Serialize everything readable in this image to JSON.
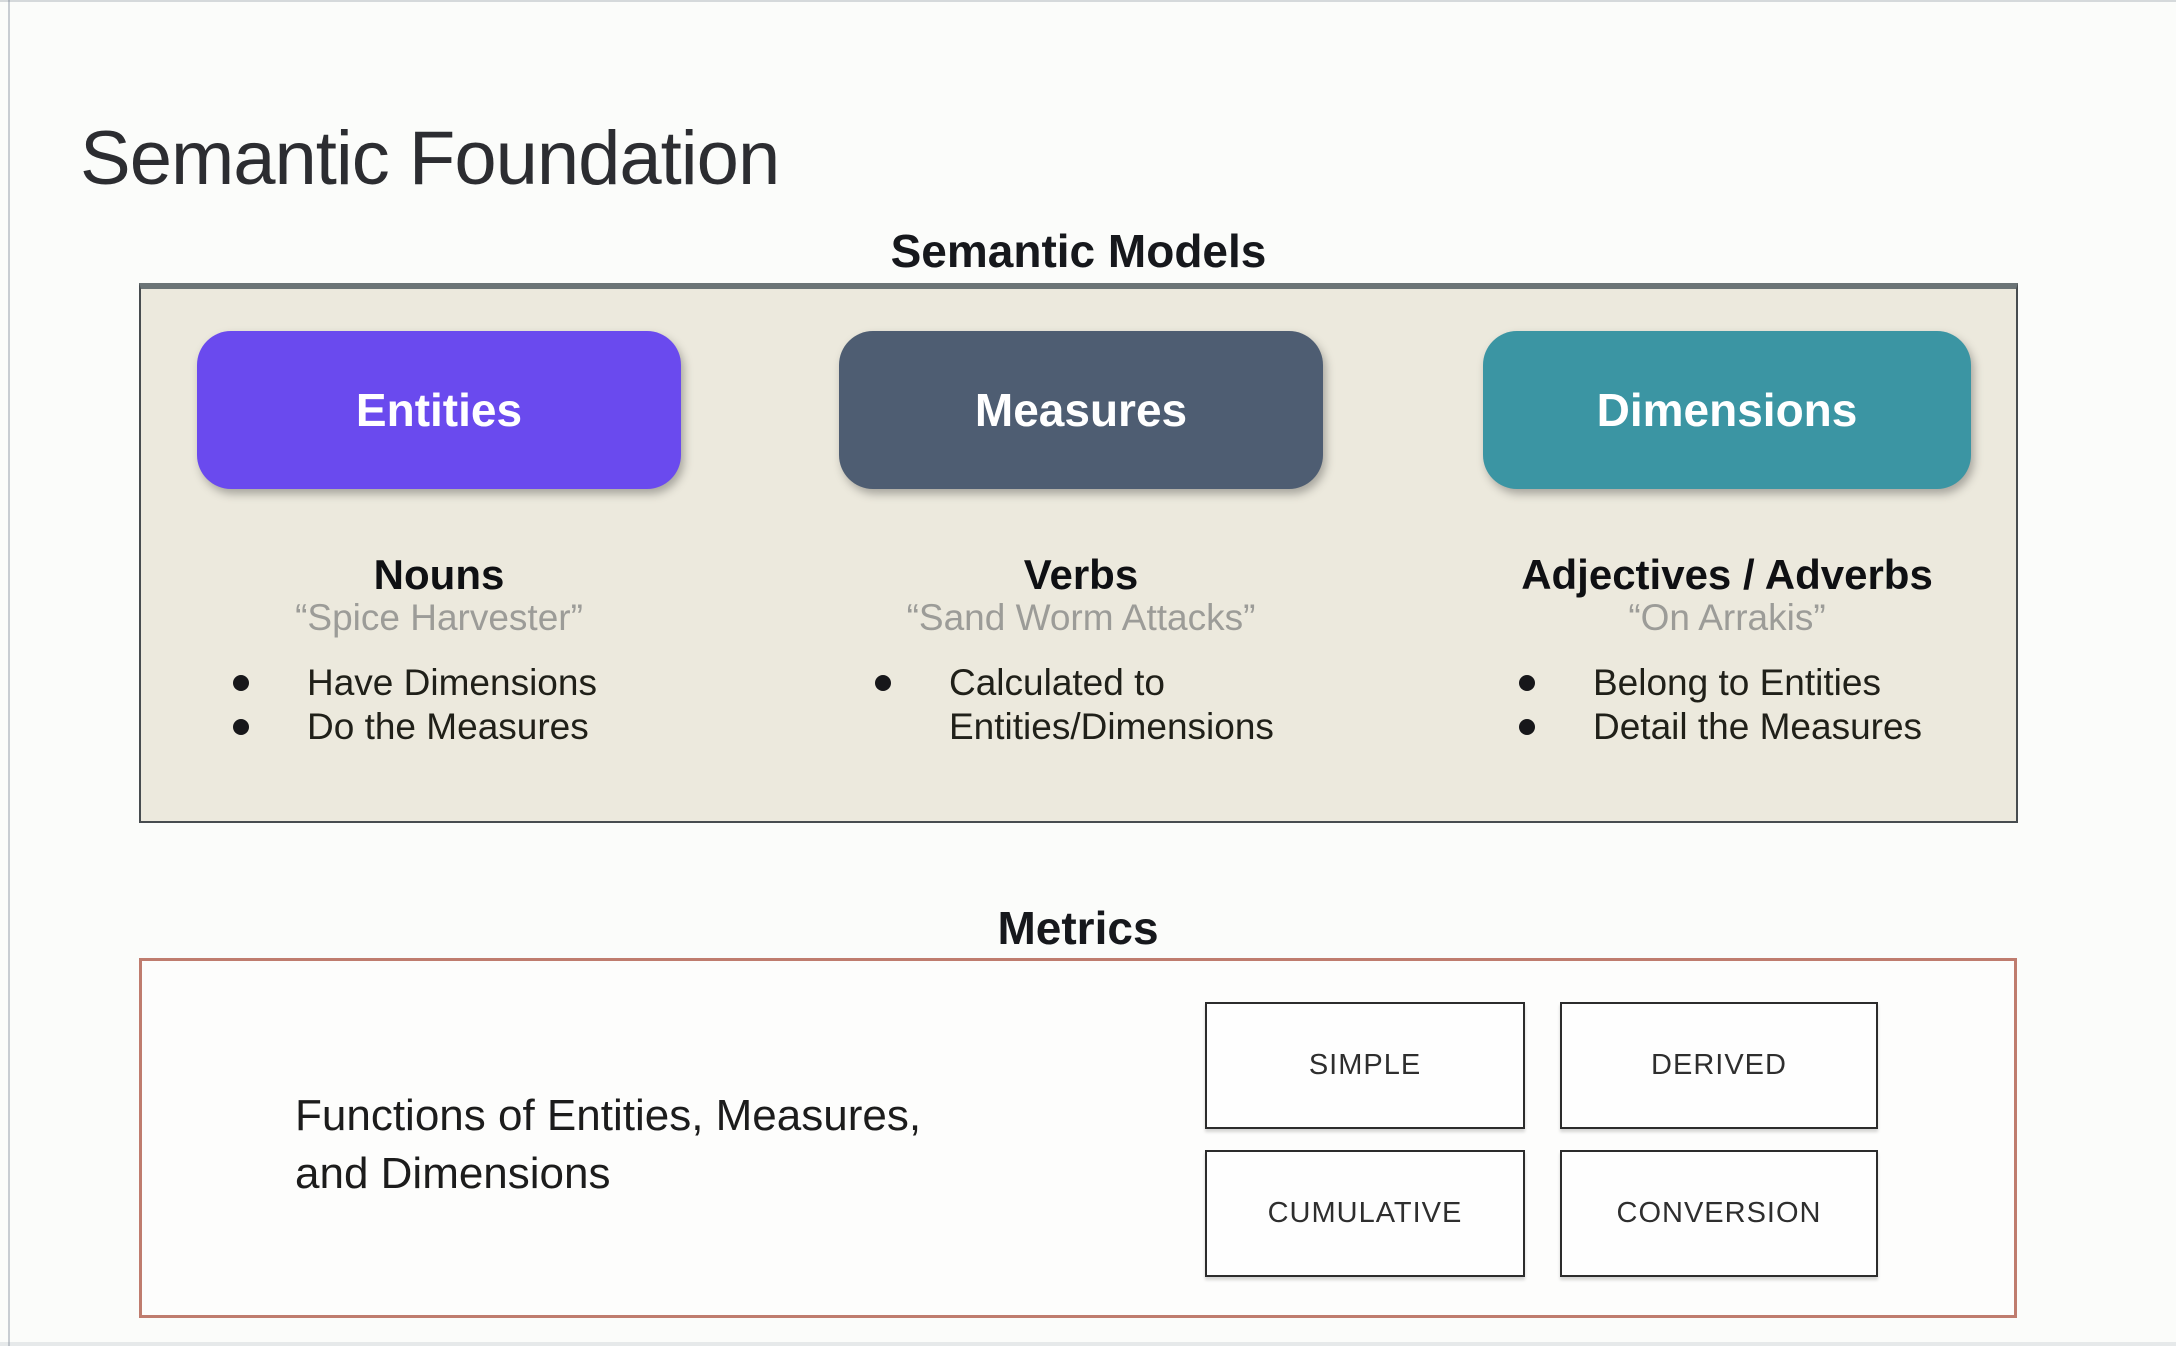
{
  "title": "Semantic Foundation",
  "semantic_models": {
    "heading": "Semantic Models",
    "panel_bg": "#ece9dd",
    "columns": [
      {
        "pill": "Entities",
        "color": "#6a4aee",
        "part_of_speech": "Nouns",
        "example": "“Spice Harvester”",
        "bullets": [
          "Have Dimensions",
          "Do the Measures"
        ]
      },
      {
        "pill": "Measures",
        "color": "#4e5d72",
        "part_of_speech": "Verbs",
        "example": "“Sand Worm Attacks”",
        "bullets": [
          "Calculated to Entities/Dimensions"
        ]
      },
      {
        "pill": "Dimensions",
        "color": "#3b95a3",
        "part_of_speech": "Adjectives / Adverbs",
        "example": "“On Arrakis”",
        "bullets": [
          "Belong to Entities",
          "Detail the Measures"
        ]
      }
    ]
  },
  "metrics": {
    "heading": "Metrics",
    "border_color": "#bf7c6e",
    "description_line1": "Functions of Entities, Measures,",
    "description_line2": "and Dimensions",
    "types": [
      "SIMPLE",
      "DERIVED",
      "CUMULATIVE",
      "CONVERSION"
    ]
  }
}
